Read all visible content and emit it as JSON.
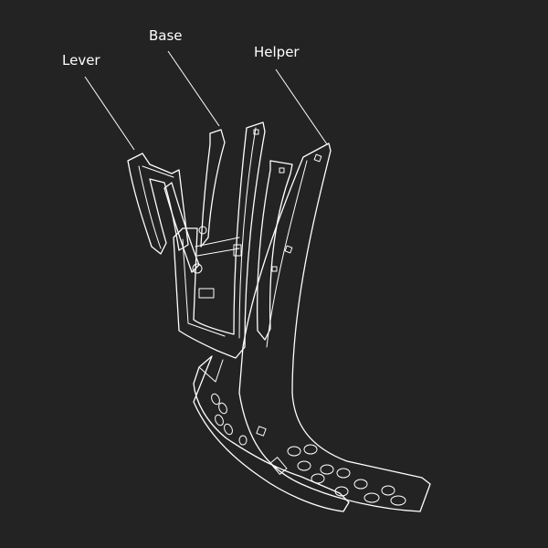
{
  "labels": {
    "lever": "Lever",
    "base": "Base",
    "helper": "Helper"
  },
  "colors": {
    "background": "#232323",
    "line": "#ffffff"
  }
}
